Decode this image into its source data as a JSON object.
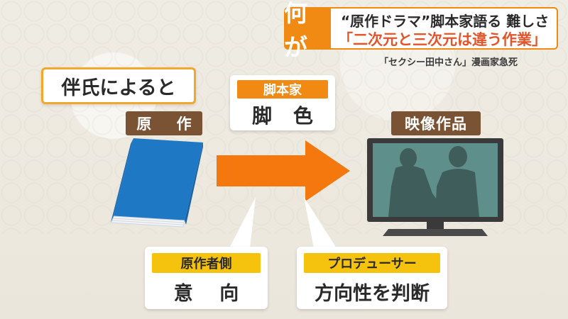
{
  "header": {
    "tag": "何が",
    "line1": "“原作ドラマ”脚本家語る 難しさ",
    "line2": "「二次元と三次元は違う作業」",
    "sub": "「セクシー田中さん」漫画家急死"
  },
  "diagram": {
    "source_label": "伴氏によると",
    "original_label": "原 作",
    "screenwriter": {
      "tag": "脚本家",
      "value": "脚 色"
    },
    "video_label": "映像作品",
    "author_side": {
      "tag": "原作者側",
      "value": "意 向"
    },
    "producer": {
      "tag": "プロデューサー",
      "value": "方向性を判断"
    }
  },
  "colors": {
    "orange": "#f08a12",
    "yellow": "#f5c30d",
    "brown": "#7a5234",
    "book_blue": "#1f78c4",
    "tv_screen": "#5f8f8a"
  },
  "icons": [
    "book-icon",
    "arrow-icon",
    "tv-icon"
  ]
}
